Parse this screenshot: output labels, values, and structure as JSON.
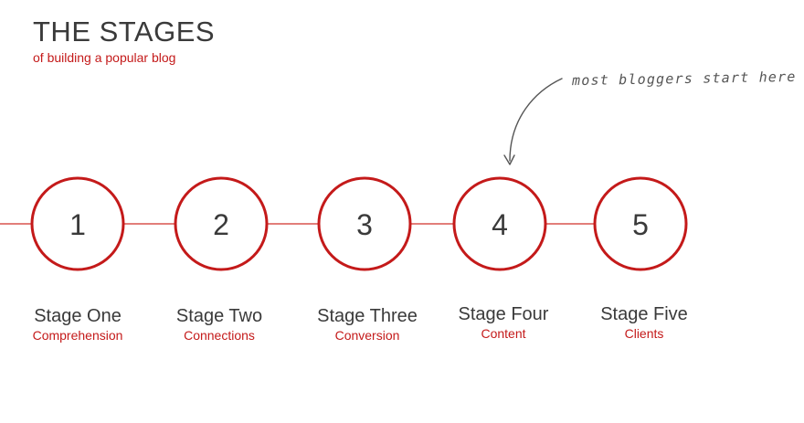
{
  "header": {
    "title": "THE STAGES",
    "subtitle": "of building a popular blog"
  },
  "annotation": {
    "text": "most bloggers start here"
  },
  "colors": {
    "accent": "#c41a1a",
    "text": "#3a3a3a",
    "connector": "#d9534f"
  },
  "stages": [
    {
      "number": "1",
      "name": "Stage One",
      "description": "Comprehension"
    },
    {
      "number": "2",
      "name": "Stage Two",
      "description": "Connections"
    },
    {
      "number": "3",
      "name": "Stage Three",
      "description": "Conversion"
    },
    {
      "number": "4",
      "name": "Stage Four",
      "description": "Content"
    },
    {
      "number": "5",
      "name": "Stage Five",
      "description": "Clients"
    }
  ]
}
